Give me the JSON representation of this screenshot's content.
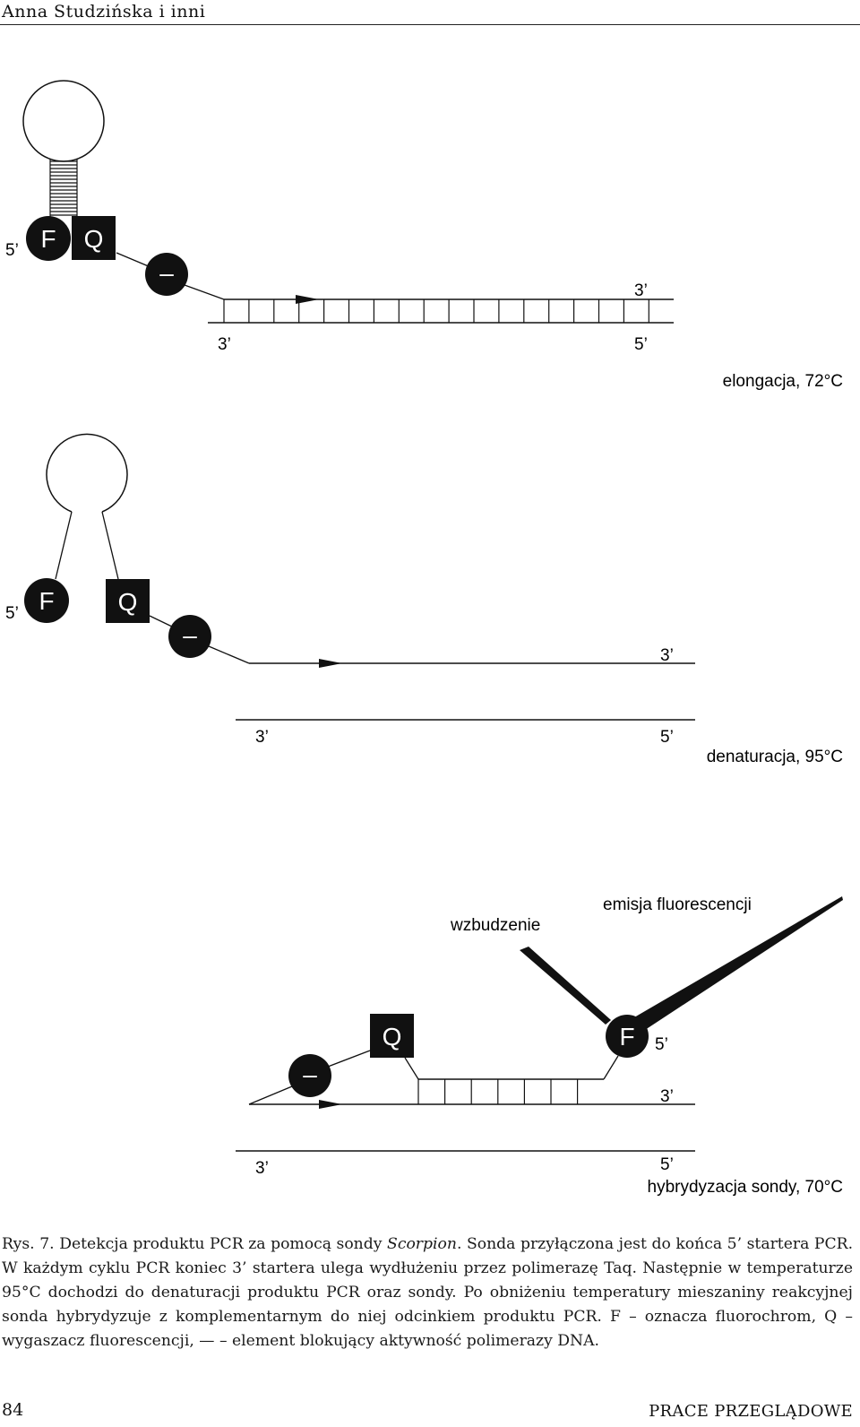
{
  "header": {
    "running_title": "Anna Studzińska i inni"
  },
  "figure": {
    "panels": [
      {
        "id": "elongation",
        "stage_label": "elongacja, 72°C",
        "fluor_label": "F",
        "quencher_label": "Q",
        "blocker_label": "–",
        "strand_labels": {
          "left_five": "5’",
          "top_right": "3’",
          "bottom_left": "3’",
          "bottom_right": "5’"
        }
      },
      {
        "id": "denaturation",
        "stage_label": "denaturacja, 95°C",
        "fluor_label": "F",
        "quencher_label": "Q",
        "blocker_label": "–",
        "strand_labels": {
          "left_five": "5’",
          "top_right": "3’",
          "bottom_left": "3’",
          "bottom_right": "5’"
        }
      },
      {
        "id": "hybridization",
        "stage_label": "hybrydyzacja sondy, 70°C",
        "fluor_label": "F",
        "quencher_label": "Q",
        "blocker_label": "–",
        "excitation_label": "wzbudzenie",
        "emission_label": "emisja fluorescencji",
        "strand_labels": {
          "fluor_five": "5’",
          "top_right": "3’",
          "bottom_left": "3’",
          "bottom_right": "5’"
        }
      }
    ]
  },
  "caption": {
    "figure_number": "Rys. 7.",
    "text_before_italic": "Detekcja produktu PCR za pomocą sondy",
    "italic": "Scorpion",
    "text_after_italic": ". Sonda przyłączona jest do końca 5’ startera PCR. W każdym cyklu PCR koniec 3’ startera ulega wydłużeniu przez polimerazę Taq. Następnie w temperaturze 95°C dochodzi do denaturacji produktu PCR oraz sondy. Po obniżeniu temperatury mieszaniny reakcyjnej sonda hybrydyzuje z komplementarnym do niej odcinkiem produktu PCR. F – oznacza fluorochrom, Q – wygaszacz fluorescencji,",
    "blocker_symbol": "—",
    "text_end": "– element blokujący aktywność polimerazy DNA."
  },
  "footer": {
    "page_number": "84",
    "journal": "PRACE PRZEGLĄDOWE"
  }
}
